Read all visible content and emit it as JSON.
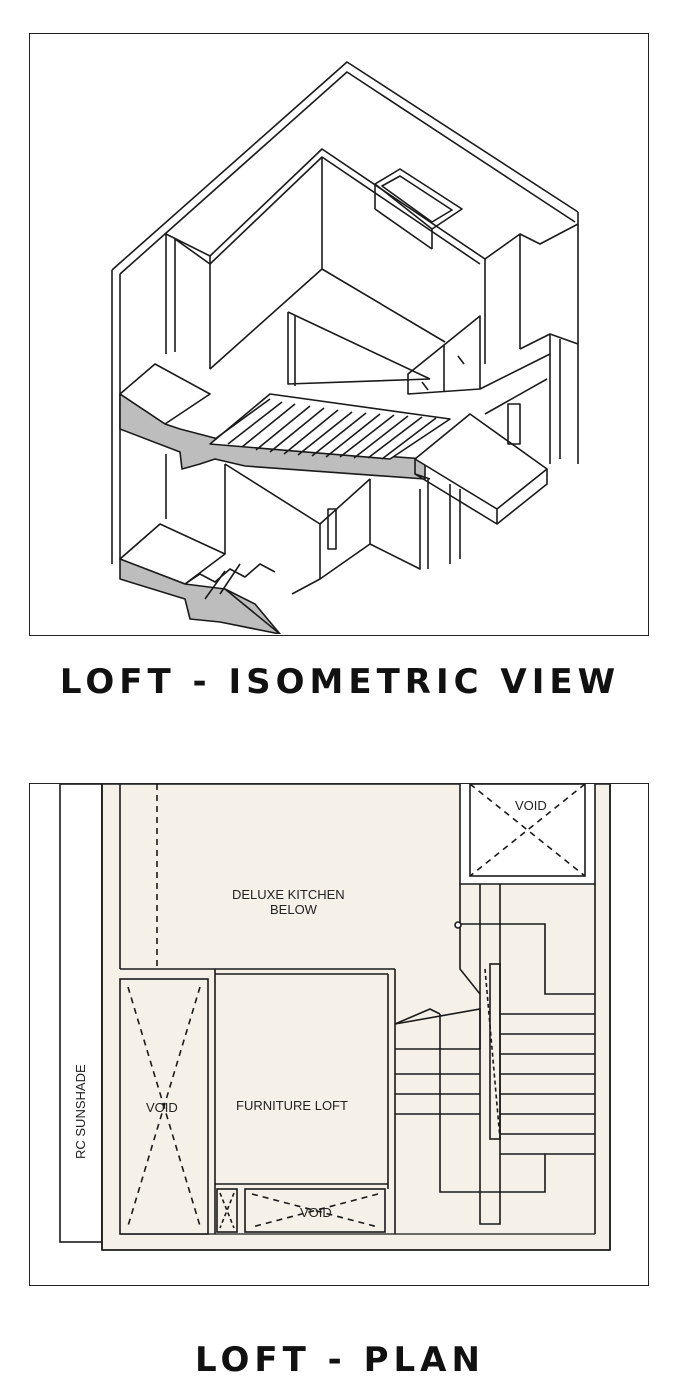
{
  "iso_view": {
    "caption": "LOFT - ISOMETRIC VIEW"
  },
  "plan_view": {
    "caption": "LOFT - PLAN",
    "labels": {
      "kitchen_line1": "DELUXE KITCHEN",
      "kitchen_line2": "BELOW",
      "furniture_loft": "FURNITURE LOFT",
      "void_top": "VOID",
      "void_left": "VOID",
      "void_bottom": "VOID",
      "void_small": "X",
      "sunshade": "RC SUNSHADE"
    }
  },
  "colors": {
    "line": "#1a1a1a",
    "floor_fill": "#f5f0e8",
    "section_fill": "#bdbdbd"
  }
}
